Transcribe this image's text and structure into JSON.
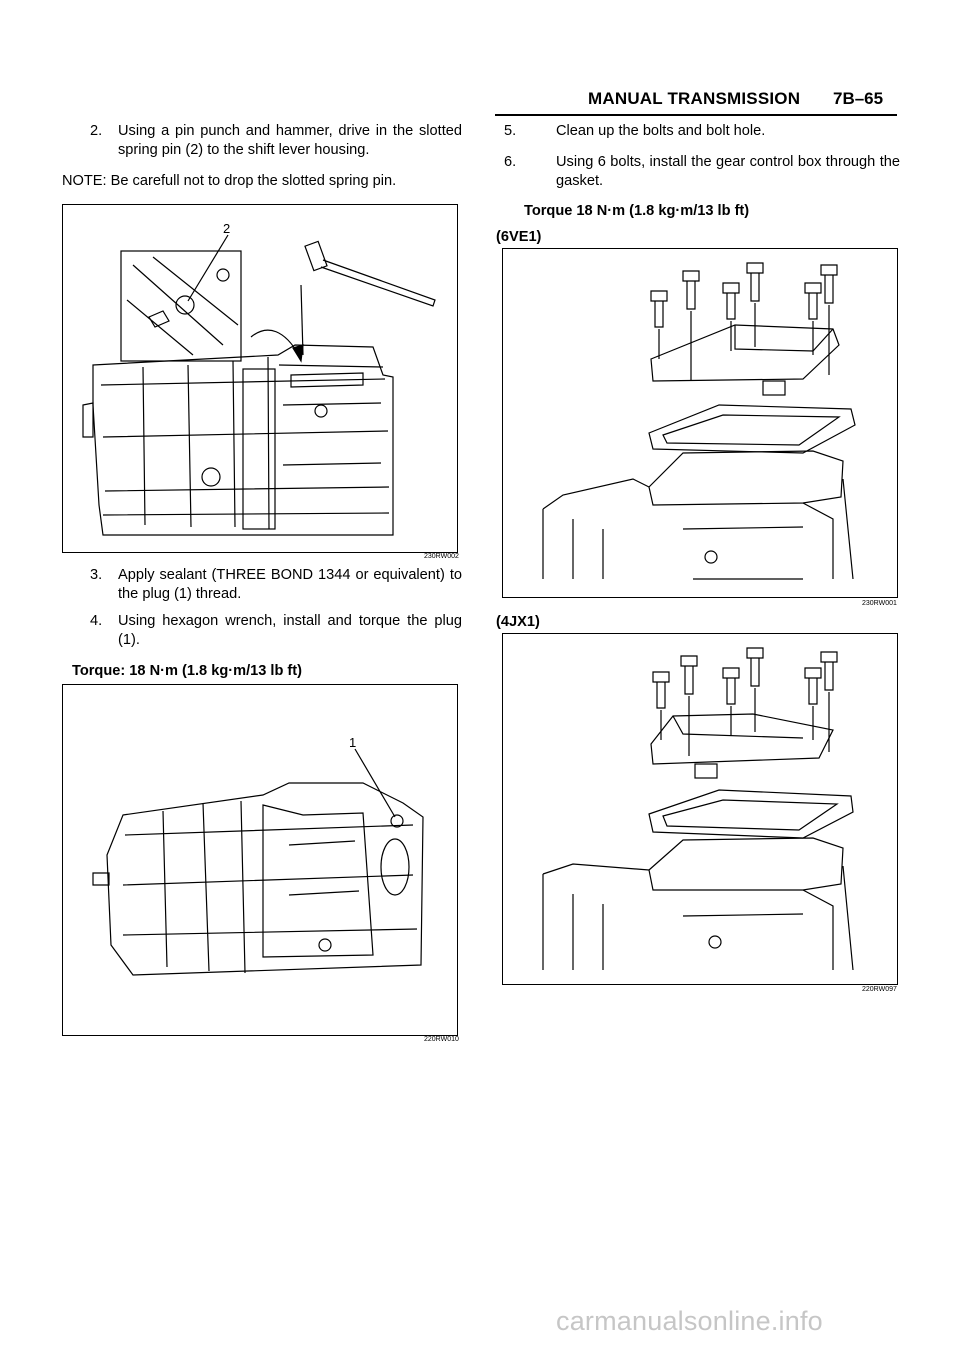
{
  "header": {
    "section_title": "MANUAL TRANSMISSION",
    "page_number": "7B–65"
  },
  "left_column": {
    "step2": {
      "number": "2.",
      "text": "Using a pin punch and hammer, drive in the slotted spring pin (2) to the shift lever housing."
    },
    "note": "NOTE: Be carefull not to drop the slotted spring pin.",
    "figure1": {
      "callout": "2",
      "code": "230RW002"
    },
    "step3": {
      "number": "3.",
      "text": "Apply sealant (THREE BOND 1344 or equivalent) to the plug (1) thread."
    },
    "step4": {
      "number": "4.",
      "text": "Using hexagon wrench, install and torque the plug (1)."
    },
    "torque": "Torque: 18 N·m (1.8 kg·m/13 lb ft)",
    "figure2": {
      "callout": "1",
      "code": "220RW010"
    }
  },
  "right_column": {
    "step5": {
      "number": "5.",
      "text": "Clean up the bolts and bolt hole."
    },
    "step6": {
      "number": "6.",
      "text": "Using 6 bolts, install the gear control box through the gasket."
    },
    "torque": "Torque 18 N·m (1.8 kg·m/13 lb ft)",
    "heading_6ve1": "(6VE1)",
    "figure3": {
      "code": "230RW001"
    },
    "heading_4jx1": "(4JX1)",
    "figure4": {
      "code": "220RW097"
    }
  },
  "watermark": "carmanualsonline.info"
}
